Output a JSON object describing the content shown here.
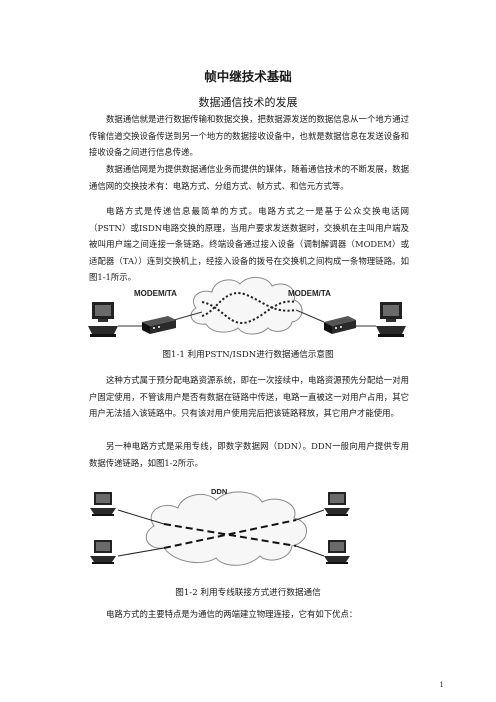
{
  "title": "帧中继技术基础",
  "subtitle": "数据通信技术的发展",
  "paragraphs": [
    "数据通信就是进行数据传输和数据交换，把数据源发送的数据信息从一个地方通过传输信道交换设备传送到另一个地方的数据接收设备中，也就是数据信息在发送设备和接收设备之间进行信息传递。",
    "数据通信网是为提供数据通信业务而提供的媒体，随着通信技术的不断发展，数据通信网的交换技术有：电路方式、分组方式、帧方式、和信元方式等。",
    "电路方式是传递信息最简单的方式。电路方式之一是基于公众交换电话网（PSTN）或ISDN电路交换的原理，当用户要求发送数据时，交换机在主叫用户端及被叫用户端之间连接一条链路。终端设备通过接入设备（调制解调器（MODEM）或适配器（TA））连到交换机上，经接入设备的拨号在交换机之间构成一条物理链路。如图1-1所示。",
    "这种方式属于预分配电路资源系统，即在一次接续中，电路资源预先分配给一对用户固定使用，不管该用户是否有数据在链路中传送，电路一直被这一对用户占用，其它用户无法插入该链路中。只有该对用户使用完后把该链路释放，其它用户才能使用。",
    "另一种电路方式是采用专线，即数字数据网（DDN）。DDN一般向用户提供专用数据传递链路，如图1-2所示。",
    "电路方式的主要特点是为通信的两端建立物理连接，它有如下优点："
  ],
  "figure1": {
    "left_label": "MODEM/TA",
    "right_label": "MODEM/TA",
    "caption": "图1-1   利用PSTN/ISDN进行数据通信示意图"
  },
  "figure2": {
    "cloud_label": "DDN",
    "caption": "图1-2 利用专线联接方式进行数据通信"
  },
  "page_number": "1"
}
